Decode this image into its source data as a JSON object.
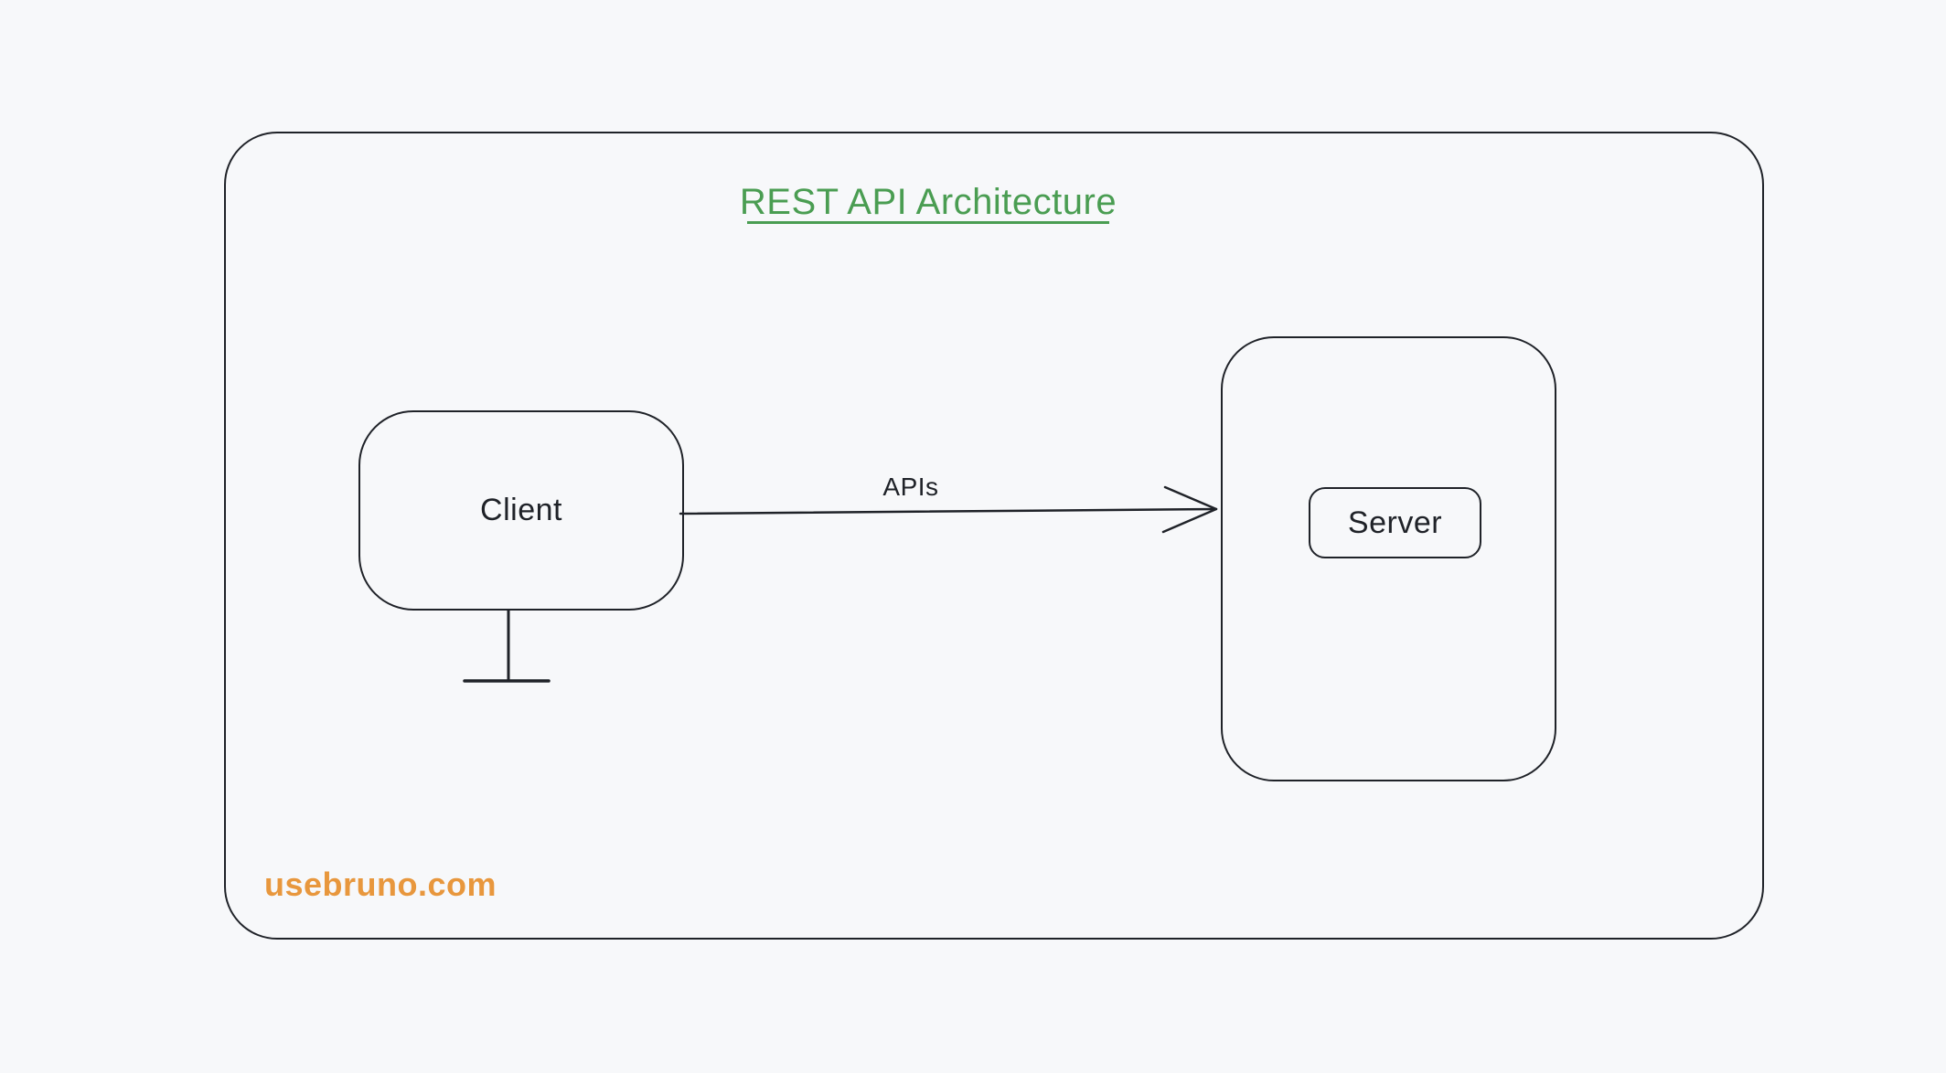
{
  "diagram": {
    "title": "REST API Architecture",
    "nodes": {
      "client": "Client",
      "server": "Server"
    },
    "connection": {
      "label": "APIs",
      "from": "client",
      "to": "server-group",
      "arrow_style": "open-head"
    },
    "watermark": "usebruno.com"
  },
  "colors": {
    "background": "#f7f8fa",
    "stroke": "#1f2228",
    "title_green": "#4a9d52",
    "watermark_orange": "#e8973d"
  }
}
